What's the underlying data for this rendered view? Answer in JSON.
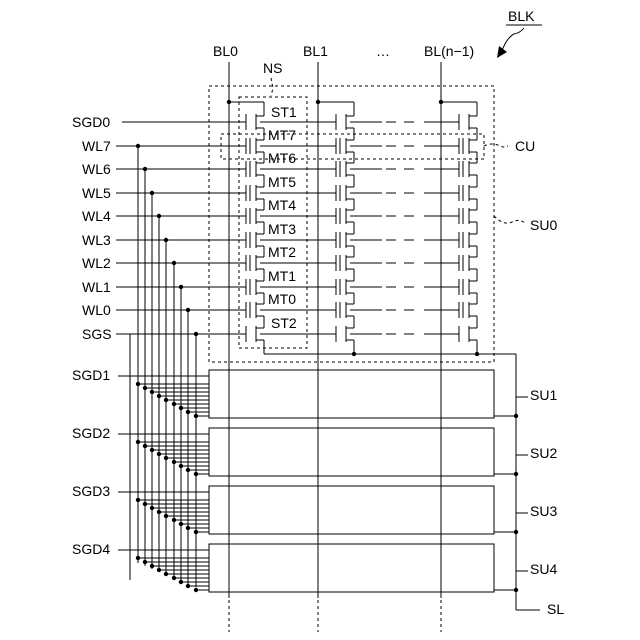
{
  "title_label": "BLK",
  "bitlines": [
    "BL0",
    "BL1",
    "BL(n−1)"
  ],
  "bitline_ellipsis": "…",
  "string_label": "NS",
  "cell_unit_label": "CU",
  "signal_lines": [
    "SGD0",
    "WL7",
    "WL6",
    "WL5",
    "WL4",
    "WL3",
    "WL2",
    "WL1",
    "WL0",
    "SGS"
  ],
  "transistors": [
    "ST1",
    "MT7",
    "MT6",
    "MT5",
    "MT4",
    "MT3",
    "MT2",
    "MT1",
    "MT0",
    "ST2"
  ],
  "other_select_gates": [
    "SGD1",
    "SGD2",
    "SGD3",
    "SGD4"
  ],
  "string_units": [
    "SU0",
    "SU1",
    "SU2",
    "SU3",
    "SU4"
  ],
  "source_line": "SL"
}
